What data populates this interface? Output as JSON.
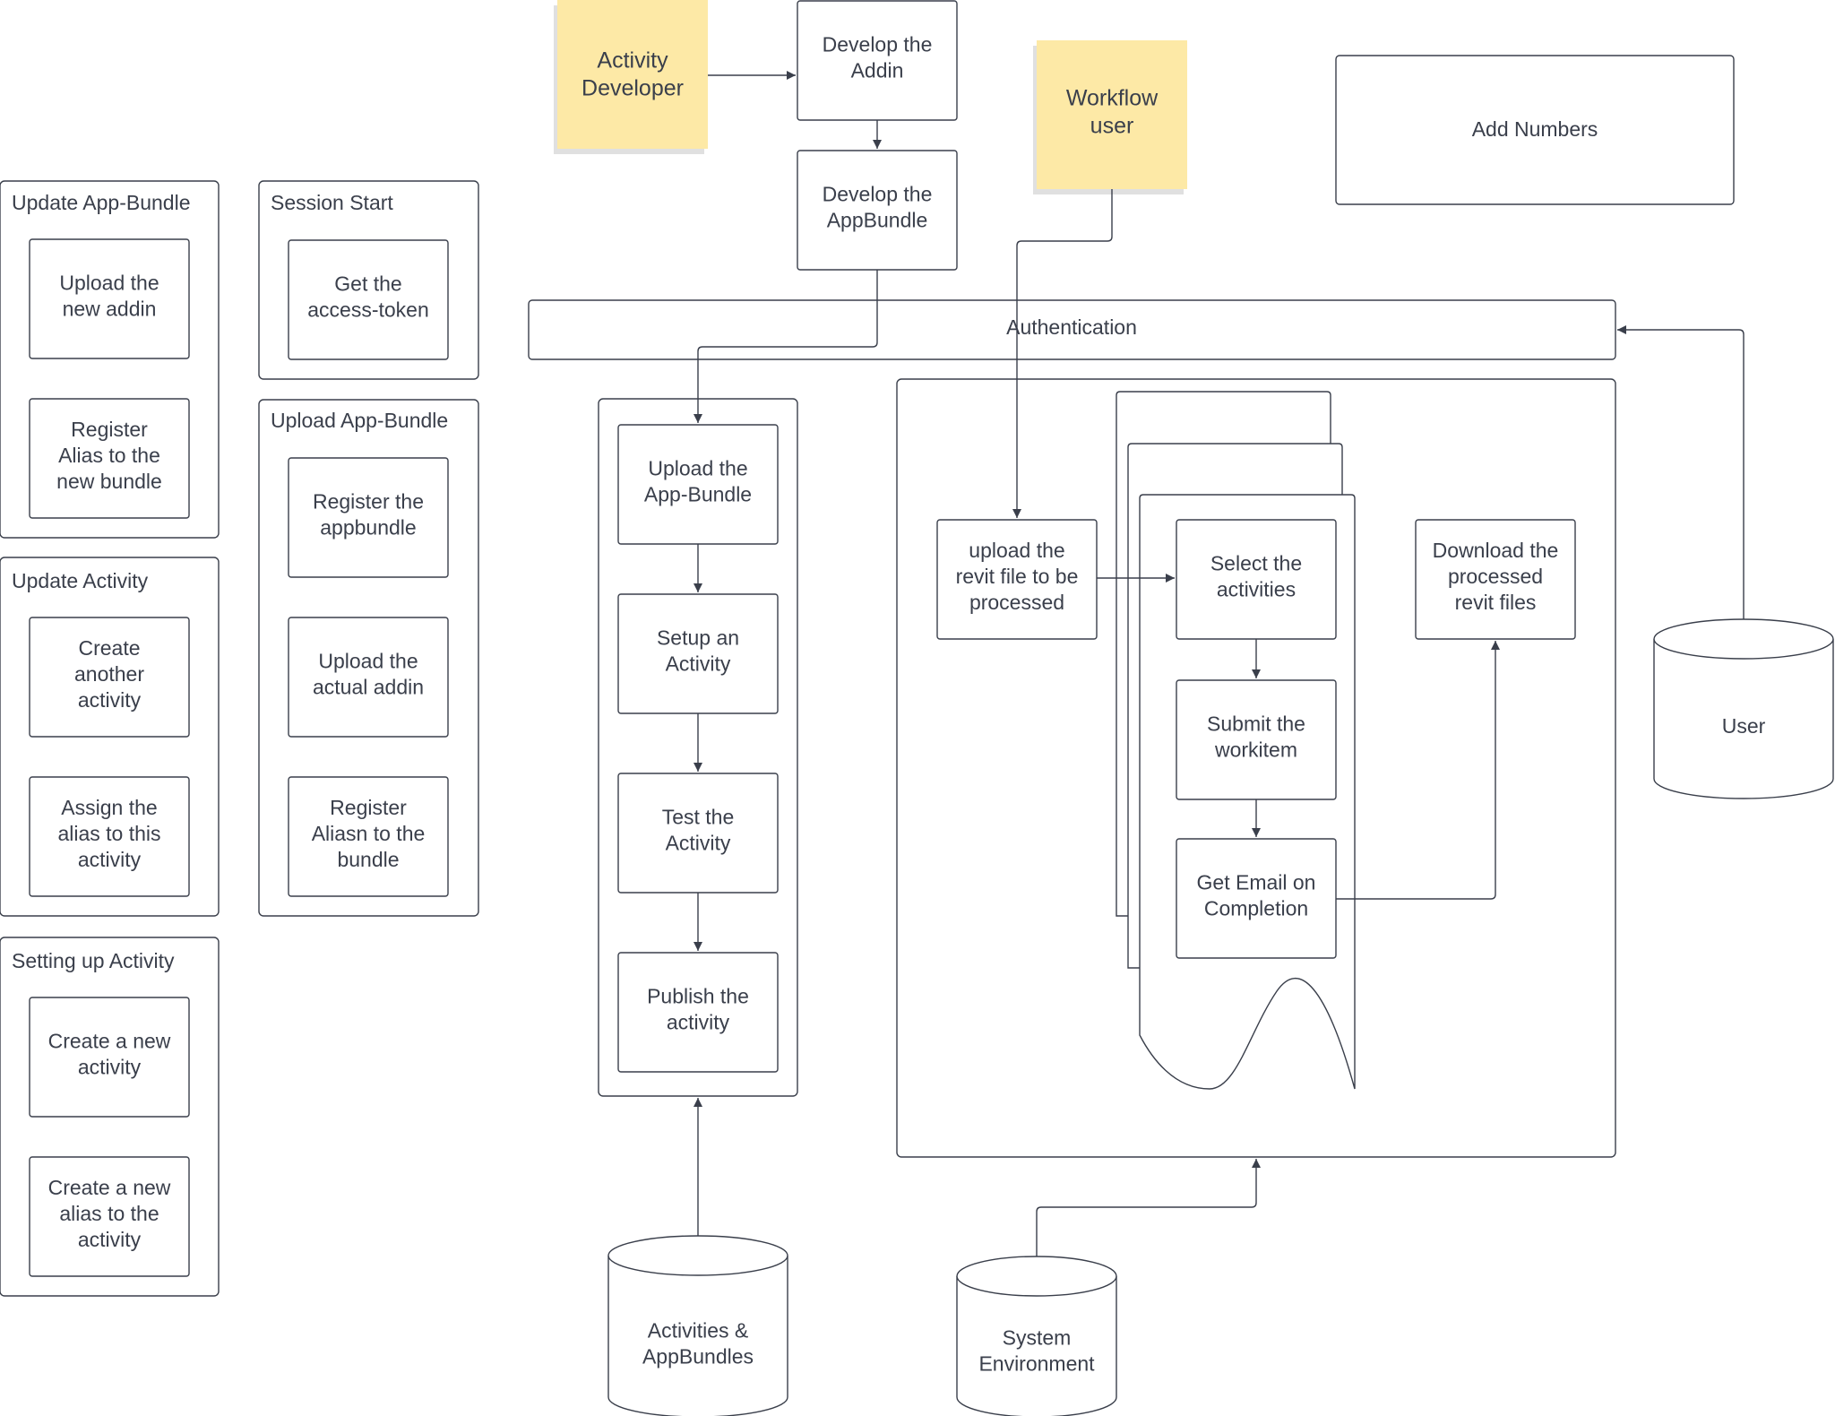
{
  "colors": {
    "stroke": "#3a3f4b",
    "text": "#3a3f4b",
    "sticky": "#fde9a6",
    "background": "#ffffff"
  },
  "stickies": {
    "activity_developer": [
      "Activity",
      "Developer"
    ],
    "workflow_user": [
      "Workflow",
      "user"
    ]
  },
  "groups": {
    "update_app_bundle": {
      "title": "Update App-Bundle",
      "steps": [
        [
          "Upload the",
          "new addin"
        ],
        [
          "Register",
          "Alias to the",
          "new bundle"
        ]
      ]
    },
    "session_start": {
      "title": "Session Start",
      "steps": [
        [
          "Get the",
          "access-token"
        ]
      ]
    },
    "upload_app_bundle": {
      "title": "Upload App-Bundle",
      "steps": [
        [
          "Register the",
          "appbundle"
        ],
        [
          "Upload the",
          "actual addin"
        ],
        [
          "Register",
          "Aliasn to the",
          "bundle"
        ]
      ]
    },
    "update_activity": {
      "title": "Update Activity",
      "steps": [
        [
          "Create",
          "another",
          "activity"
        ],
        [
          "Assign the",
          "alias to this",
          "activity"
        ]
      ]
    },
    "setting_up_activity": {
      "title": "Setting up Activity",
      "steps": [
        [
          "Create a new",
          "activity"
        ],
        [
          "Create a new",
          "alias to the",
          "activity"
        ]
      ]
    }
  },
  "developer_flow": {
    "develop_addin": [
      "Develop the",
      "Addin"
    ],
    "develop_appbundle": [
      "Develop the",
      "AppBundle"
    ]
  },
  "authentication": "Authentication",
  "add_numbers": "Add Numbers",
  "activity_pipeline": [
    [
      "Upload the",
      "App-Bundle"
    ],
    [
      "Setup an",
      "Activity"
    ],
    [
      "Test the",
      "Activity"
    ],
    [
      "Publish the",
      "activity"
    ]
  ],
  "workflow": {
    "upload_revit": [
      "upload the",
      "revit file to be",
      "processed"
    ],
    "select_activities": [
      "Select the",
      "activities"
    ],
    "submit_workitem": [
      "Submit the",
      "workitem"
    ],
    "get_email": [
      "Get Email on",
      "Completion"
    ],
    "download": [
      "Download the",
      "processed",
      "revit files"
    ]
  },
  "databases": {
    "activities_appbundles": [
      "Activities &",
      "AppBundles"
    ],
    "system_environment": [
      "System",
      "Environment"
    ],
    "user": [
      "User"
    ]
  }
}
